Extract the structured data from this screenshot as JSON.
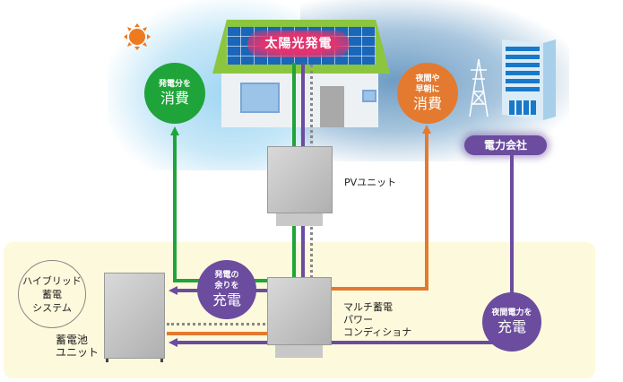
{
  "header": {
    "solar_label": "太陽光発電",
    "power_company_label": "電力会社"
  },
  "bubbles": {
    "daytime_consume": {
      "small": "発電分を",
      "large": "消費",
      "color": "#1fa43a"
    },
    "night_consume": {
      "small1": "夜間や",
      "small2": "早朝に",
      "large": "消費",
      "color": "#e37a30"
    },
    "surplus_charge": {
      "small1": "発電の",
      "small2": "余りを",
      "large": "充電",
      "color": "#6b4c9e"
    },
    "night_charge": {
      "small": "夜間電力を",
      "large": "充電",
      "color": "#6b4c9e"
    }
  },
  "labels": {
    "pv_unit": "PVユニット",
    "system_title": [
      "ハイブリッド",
      "蓄電",
      "システム"
    ],
    "battery_unit": [
      "蓄電池",
      "ユニット"
    ],
    "power_conditioner": [
      "マルチ蓄電",
      "パワー",
      "コンディショナ"
    ]
  },
  "colors": {
    "solar": "#1fa43a",
    "grid": "#6b4c9e",
    "discharge": "#e37a30",
    "zone": "#fdf9dc",
    "label_pink": "#e2336f"
  }
}
